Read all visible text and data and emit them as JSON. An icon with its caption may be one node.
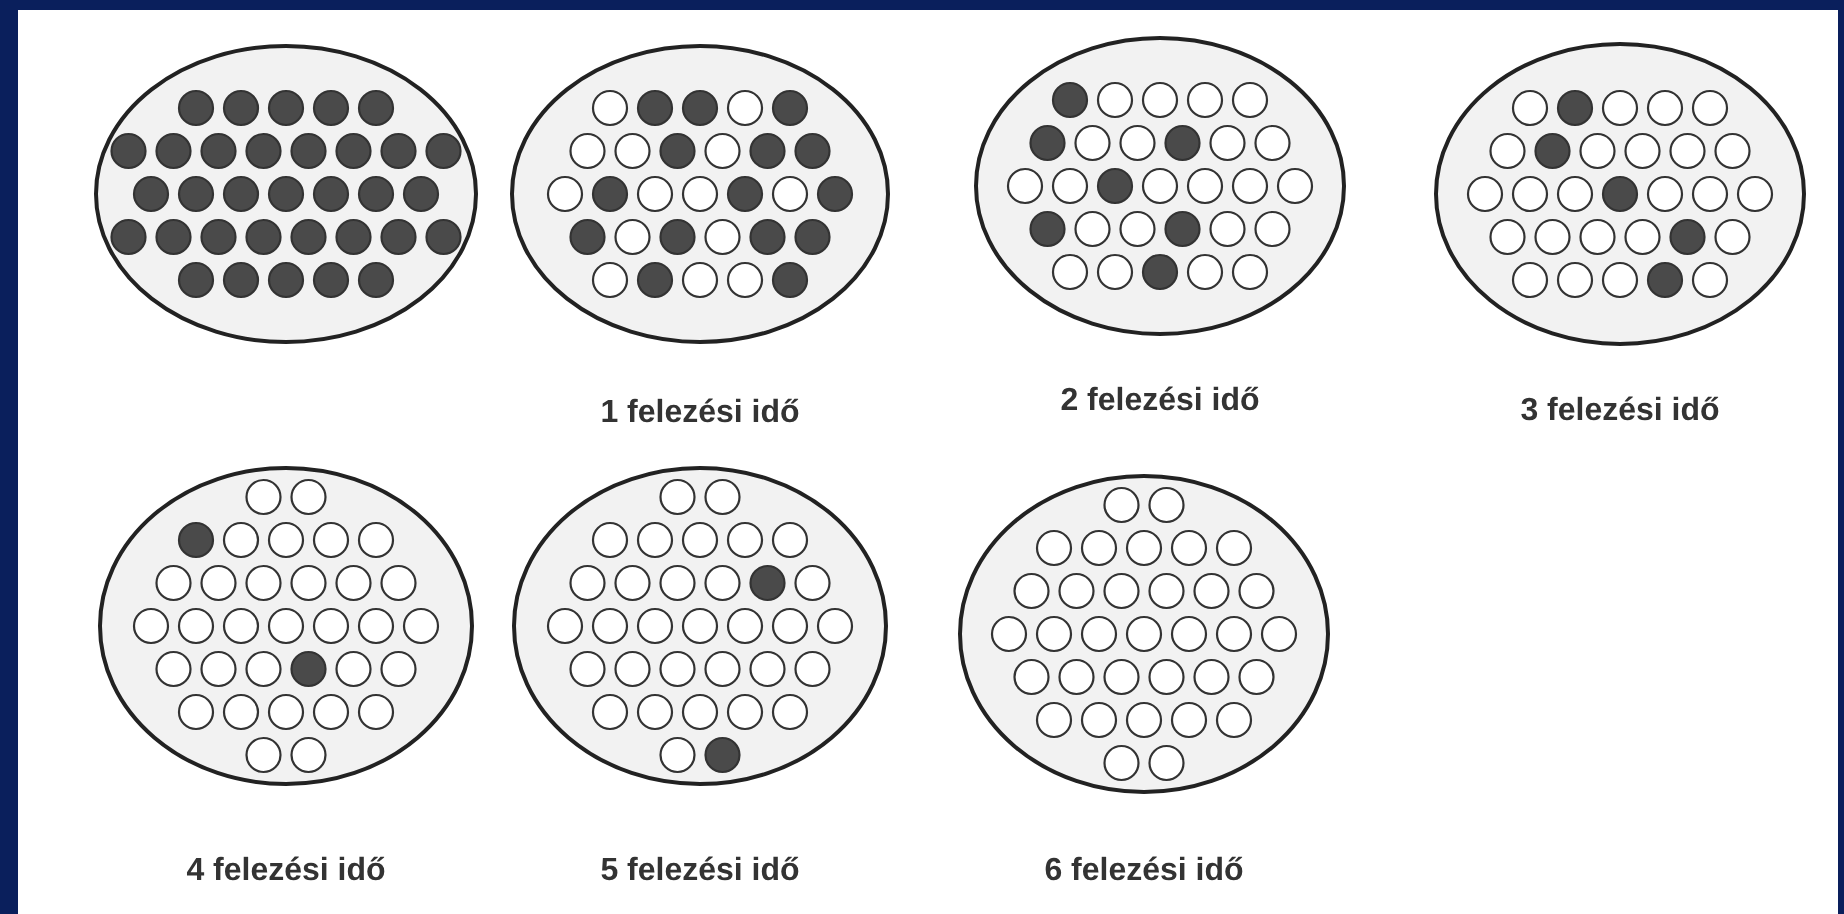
{
  "diagram": {
    "nodes": [
      {
        "text": [],
        "shape": "circle"
      },
      {
        "text": [
          "1 felezési idő"
        ]
      },
      {
        "text": [
          "2 felezési idő"
        ]
      },
      {
        "text": [
          "3 felezési idő"
        ]
      },
      {
        "text": [
          "4 felezési idő"
        ]
      },
      {
        "text": [
          "5 felezési idő"
        ]
      },
      {
        "text": [
          "6 felezési idő"
        ]
      }
    ]
  }
}
